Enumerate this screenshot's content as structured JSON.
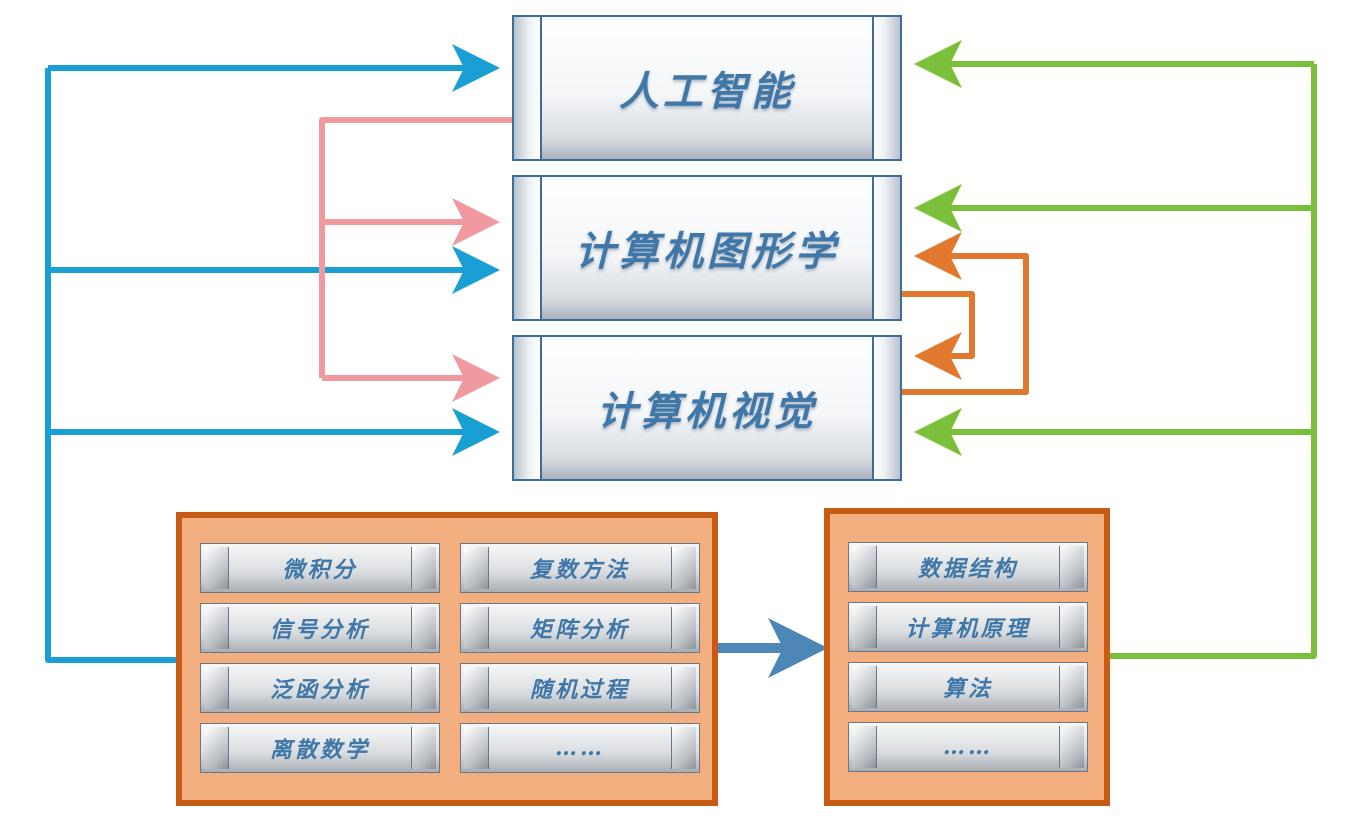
{
  "main_boxes": {
    "ai": "人工智能",
    "graphics": "计算机图形学",
    "vision": "计算机视觉"
  },
  "math_group": {
    "items": [
      "微积分",
      "复数方法",
      "信号分析",
      "矩阵分析",
      "泛函分析",
      "随机过程",
      "离散数学",
      "……"
    ]
  },
  "cs_group": {
    "items": [
      "数据结构",
      "计算机原理",
      "算法",
      "……"
    ]
  },
  "colors": {
    "blue_arrow": "#1a9fd4",
    "pink_arrow": "#f09aa0",
    "orange_arrow": "#e0782e",
    "green_arrow": "#7cbf3a",
    "group_fill": "#f2ae7e",
    "group_border": "#c75a15",
    "label_text": "#3f77a8"
  }
}
